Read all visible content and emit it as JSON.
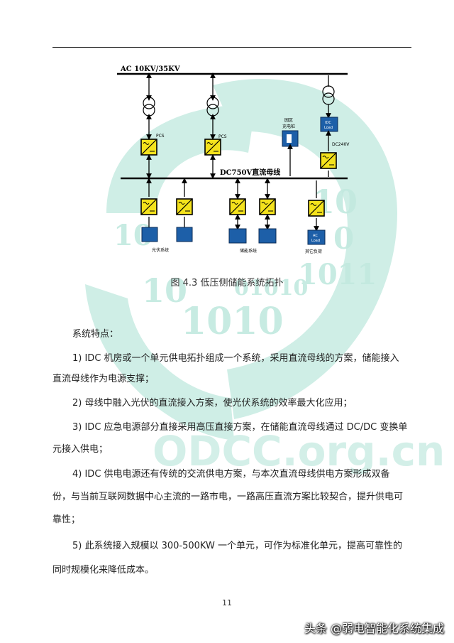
{
  "diagram": {
    "bus_ac_label": "AC 10KV/35KV",
    "bus_dc_label": "DC750V直流母线",
    "pcs_label": "PCS",
    "park_charging_label": "园区\n充电桩",
    "idc_load_label": "IDC\nLoad",
    "dc240v_label": "DC240V",
    "pv_system_label": "光伏系统",
    "storage_system_label": "储能系统",
    "other_load_label": "其它负荷",
    "ac_load_label": "AC\nLoad"
  },
  "caption": "图 4.3 低压侧储能系统拓扑",
  "section_title": "系统特点：",
  "items": [
    {
      "line1": "1)   IDC 机房或一个单元供电拓扑组成一个系统，采用直流母线的方案，储能接入",
      "line2": "直流母线作为电源支撑；"
    },
    {
      "line1": "2)   母线中融入光伏的直流接入方案，使光伏系统的效率最大化应用；",
      "line2": ""
    },
    {
      "line1": "3)   IDC 应急电源部分直接采用高压直接方案，在储能直流母线通过 DC/DC 变换单",
      "line2": "元接入供电；"
    },
    {
      "line1": "4)   IDC 供电电源还有传统的交流供电方案，与本次直流母线供电方案形成双备",
      "line2": "份，与当前互联网数据中心主流的一路市电，一路高压直流方案比较契合，提升供电可",
      "line3": "靠性；"
    },
    {
      "line1": "5)   此系统接入规模以 300-500KW 一个单元，可作为标准化单元，提高可靠性的",
      "line2": "同时规模化来降低成本。"
    }
  ],
  "page_number": "11",
  "source_credit": "头条 @弱电智能化系统集成",
  "watermark_text": "ODCC.org.cn",
  "colors": {
    "watermark": "#c9ece3",
    "converter_fill": "#f4e21c",
    "device_blue": "#1d5fa8"
  }
}
